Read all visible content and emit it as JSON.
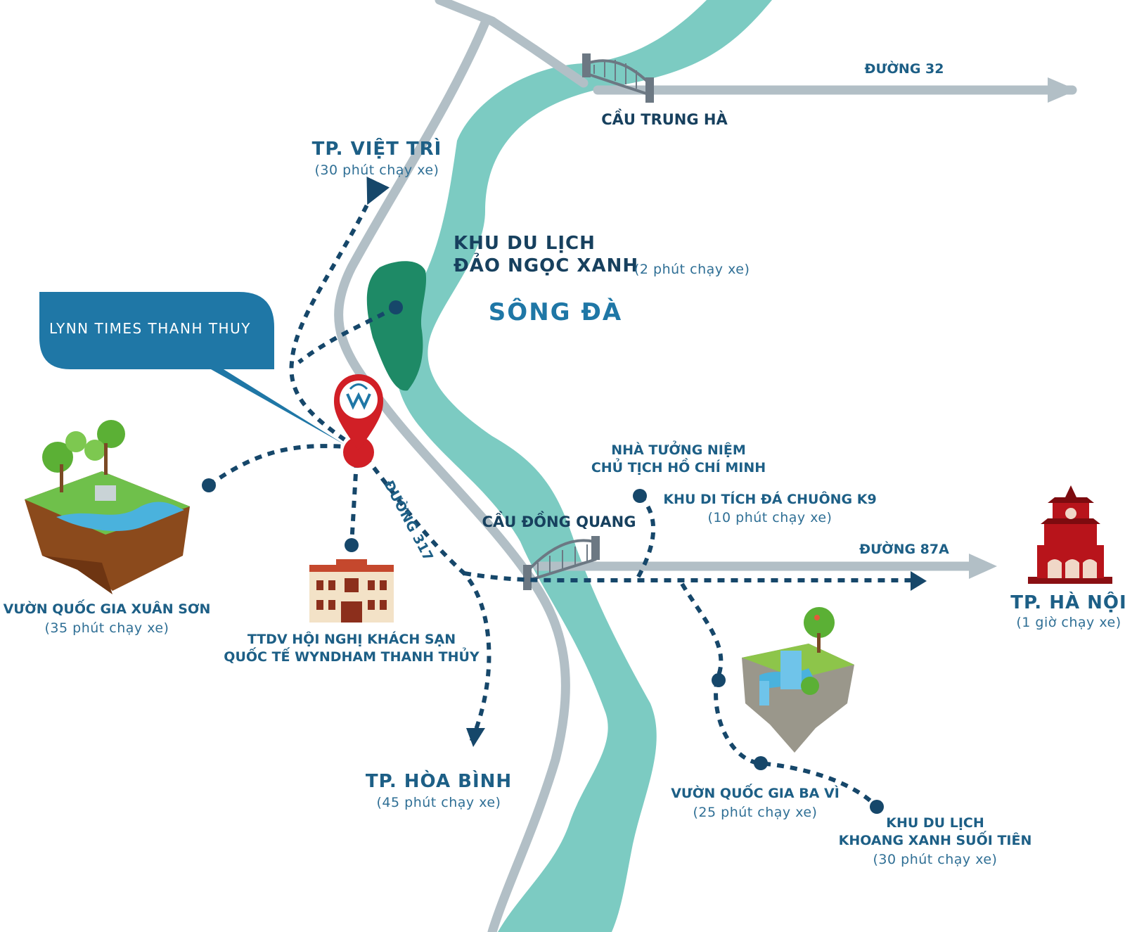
{
  "callout": {
    "label": "LYNN TIMES THANH THUY"
  },
  "river": {
    "name": "SÔNG ĐÀ"
  },
  "roads": {
    "r32": "ĐƯỜNG 32",
    "r87a": "ĐƯỜNG 87A",
    "r317": "ĐƯỜNG 317"
  },
  "bridges": {
    "trung_ha": "CẦU TRUNG HÀ",
    "dong_quang": "CẦU ĐỒNG QUANG"
  },
  "places": {
    "viet_tri": {
      "name": "TP. VIỆT TRÌ",
      "time": "(30 phút chạy xe)"
    },
    "dao_ngoc_xanh": {
      "line1": "KHU DU LỊCH",
      "line2": "ĐẢO NGỌC XANH",
      "time": "(2 phút chạy xe)"
    },
    "xuan_son": {
      "name": "VƯỜN QUỐC GIA XUÂN SƠN",
      "time": "(35 phút chạy xe)"
    },
    "wyndham": {
      "line1": "TTDV HỘI NGHỊ KHÁCH SẠN",
      "line2": "QUỐC TẾ WYNDHAM THANH THỦY"
    },
    "hoa_binh": {
      "name": "TP. HÒA BÌNH",
      "time": "(45 phút chạy xe)"
    },
    "ho_chi_minh": {
      "line1": "NHÀ TƯỞNG NIỆM",
      "line2": "CHỦ TỊCH HỒ CHÍ MINH"
    },
    "k9": {
      "name": "KHU DI TÍCH ĐÁ CHUÔNG K9",
      "time": "(10 phút chạy xe)"
    },
    "ha_noi": {
      "name": "TP. HÀ NỘI",
      "time": "(1 giờ chạy xe)"
    },
    "ba_vi": {
      "name": "VƯỜN QUỐC GIA BA VÌ",
      "time": "(25 phút chạy xe)"
    },
    "suoi_tien": {
      "line1": "KHU DU LỊCH",
      "line2": "KHOANG XANH SUỐI TIÊN",
      "time": "(30 phút chạy xe)"
    }
  },
  "colors": {
    "river": "#7ccbc2",
    "island": "#1e8a66",
    "road": "#b2bfc6",
    "route": "#16476a",
    "label": "#1d5f86",
    "callout": "#1f77a6",
    "pin": "#d11f26"
  },
  "icons": [
    "map-pin-icon",
    "bridge-icon",
    "island-park-icon",
    "hotel-building-icon",
    "waterfall-island-icon",
    "tower-icon",
    "arrow-icon"
  ]
}
